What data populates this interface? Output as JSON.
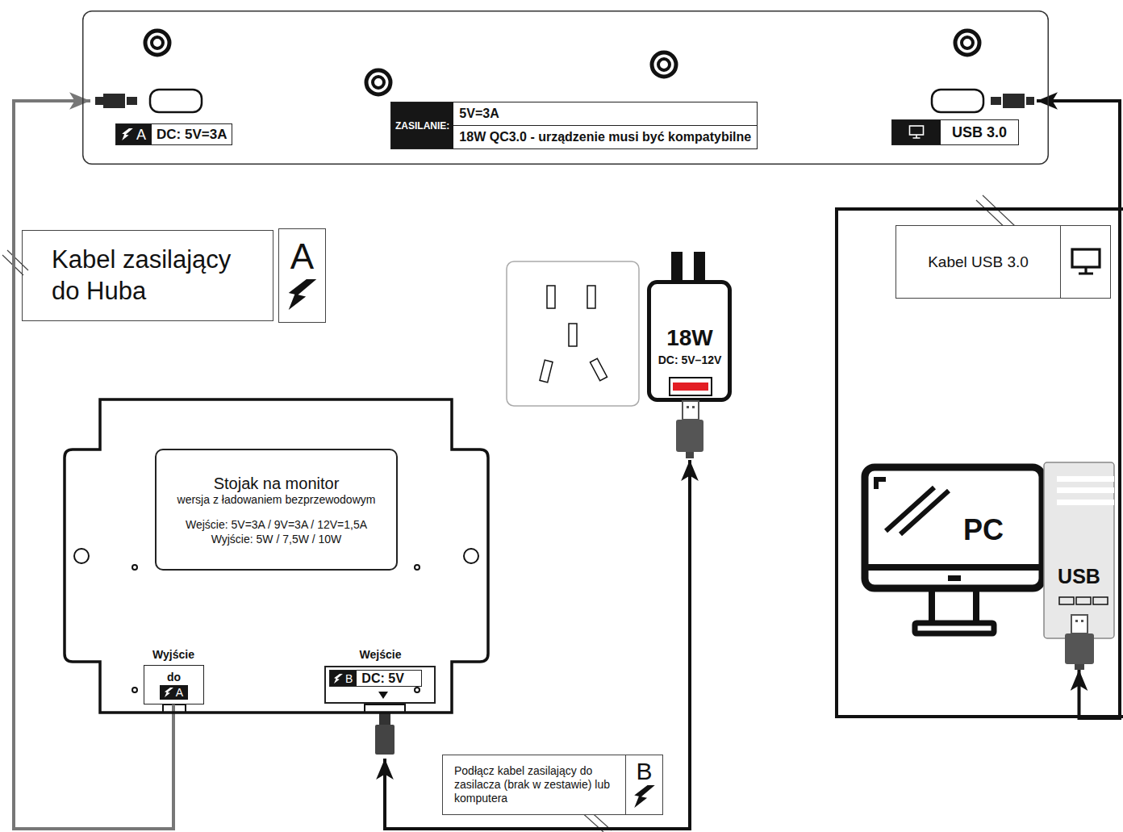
{
  "diagram": {
    "nodes": [
      {
        "text": [
          "ZASILANIE:",
          "5V=3A",
          "18W QC3.0 - urządzenie musi być kompatybilne"
        ]
      },
      {
        "text": [
          "A",
          "DC: 5V=3A"
        ],
        "in": 0
      },
      {
        "text": [
          "USB 3.0"
        ],
        "in": 0
      },
      {
        "text": [
          "Kabel zasilający do Huba",
          "A"
        ]
      },
      {
        "text": [
          "18W",
          "DC: 5V–12V"
        ]
      },
      {
        "text": [
          "Kabel USB 3.0"
        ]
      },
      {
        "text": [
          "PC"
        ],
        "in": 5
      },
      {
        "text": [
          "USB"
        ],
        "in": 5
      },
      {
        "text": [
          "Stojak na monitor",
          "wersja z ładowaniem bezprzewodowym",
          "Wejście: 5V=3A / 9V=3A / 12V=1,5A",
          "Wyjście: 5W / 7,5W / 10W"
        ]
      },
      {
        "text": [
          "Wyjście",
          "do",
          "A"
        ],
        "in": 8
      },
      {
        "text": [
          "Wejście",
          "B",
          "DC: 5V"
        ],
        "in": 8
      },
      {
        "text": [
          "Podłącz kabel zasilający do zasilacza (brak w zestawie) lub komputera",
          "B"
        ]
      }
    ],
    "edges": [
      {
        "from": 9,
        "to": 1,
        "arrow": "to"
      },
      {
        "from": 4,
        "to": 10,
        "arrow": "both"
      },
      {
        "from": 7,
        "to": 2,
        "arrow": "both"
      }
    ]
  }
}
